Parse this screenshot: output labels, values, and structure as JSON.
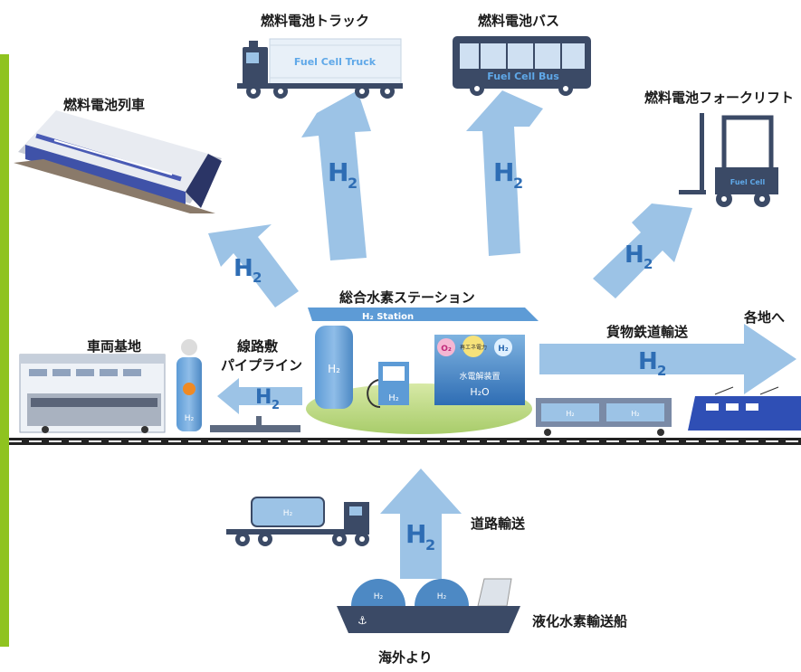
{
  "labels": {
    "truck": "燃料電池トラック",
    "bus": "燃料電池バス",
    "train": "燃料電池列車",
    "forklift": "燃料電池フォークリフト",
    "station": "総合水素ステーション",
    "depot": "車両基地",
    "pipeline_line1": "線路敷",
    "pipeline_line2": "パイプライン",
    "freight": "貨物鉄道輸送",
    "destinations": "各地へ",
    "road": "道路輸送",
    "ship": "液化水素輸送船",
    "overseas": "海外より"
  },
  "vehicle_text": {
    "truck": "Fuel Cell Truck",
    "bus": "Fuel Cell Bus",
    "forklift": "Fuel Cell"
  },
  "station_text": {
    "sign": "H₂ Station",
    "tank": "H₂",
    "dispenser": "H₂",
    "o2": "O₂",
    "renewable": "再エネ電力",
    "h2_bubble": "H₂",
    "electrolyzer": "水電解装置",
    "water": "H₂O"
  },
  "arrow_label": {
    "h": "H",
    "sub": "2"
  },
  "tank_label": "H₂",
  "colors": {
    "arrow": "#9cc3e6",
    "accent": "#2e6db4",
    "dark": "#3b4a66",
    "track": "#222222",
    "greenbar": "#8fc31f"
  }
}
